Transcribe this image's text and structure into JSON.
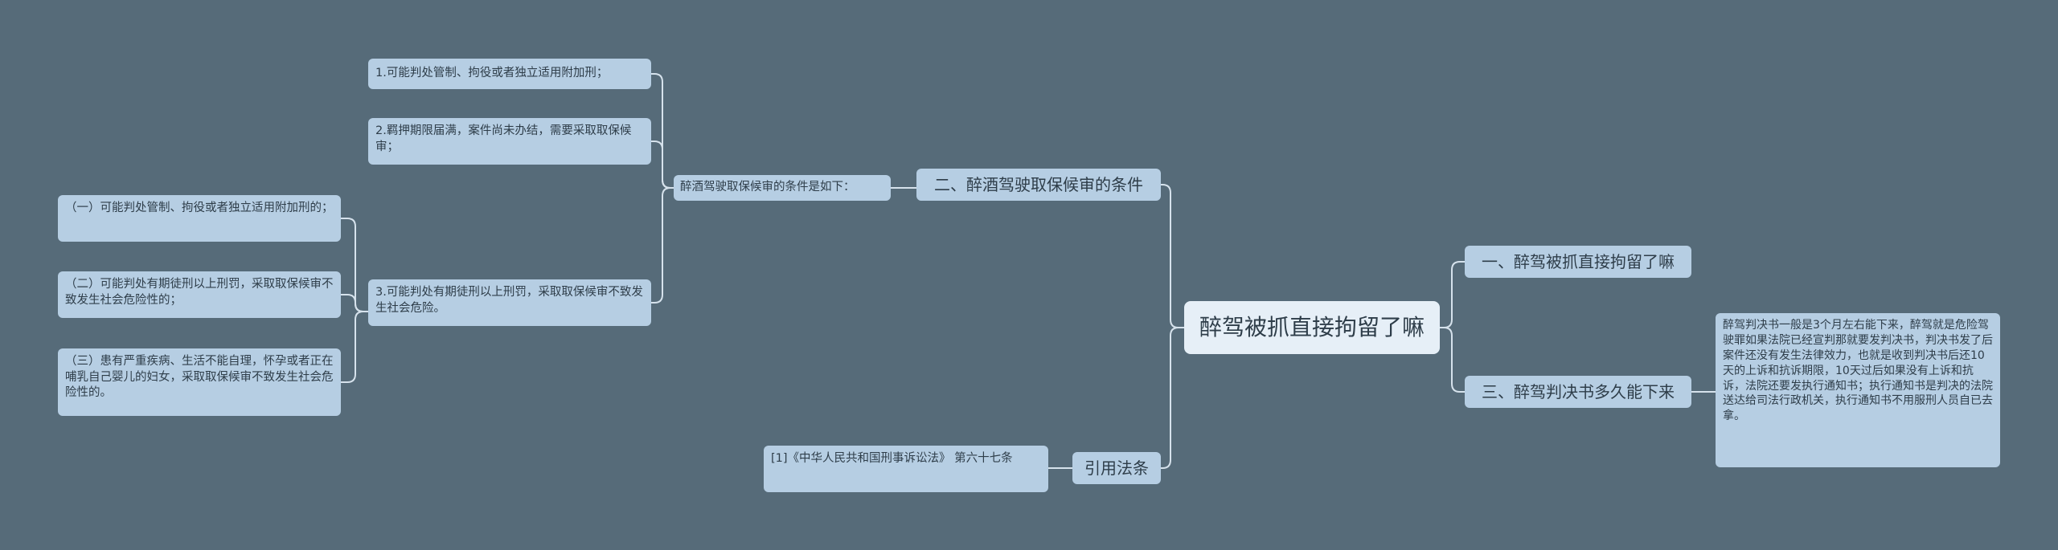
{
  "root": {
    "text": "醉驾被抓直接拘留了嘛"
  },
  "left": {
    "branch_conditions": {
      "label": "二、醉酒驾驶取保候审的条件",
      "intro": "醉酒驾驶取保候审的条件是如下：",
      "items": [
        "1.可能判处管制、拘役或者独立适用附加刑；",
        "2.羁押期限届满，案件尚未办结，需要采取取保候审；",
        "3.可能判处有期徒刑以上刑罚，采取取保候审不致发生社会危险。"
      ],
      "sub_items": [
        "（一）可能判处管制、拘役或者独立适用附加刑的；",
        "（二）可能判处有期徒刑以上刑罚，采取取保候审不致发生社会危险性的；",
        "（三）患有严重疾病、生活不能自理，怀孕或者正在哺乳自己婴儿的妇女，采取取保候审不致发生社会危险性的。"
      ]
    },
    "branch_law": {
      "label": "引用法条",
      "citation": "[1]《中华人民共和国刑事诉讼法》 第六十七条"
    }
  },
  "right": {
    "branch_detention": {
      "label": "一、醉驾被抓直接拘留了嘛"
    },
    "branch_verdict": {
      "label": "三、醉驾判决书多久能下来",
      "detail": "醉驾判决书一般是3个月左右能下来，醉驾就是危险驾驶罪如果法院已经宣判那就要发判决书，判决书发了后案件还没有发生法律效力，也就是收到判决书后还10天的上诉和抗诉期限，10天过后如果没有上诉和抗诉，法院还要发执行通知书；执行通知书是判决的法院送达给司法行政机关，执行通知书不用服刑人员自已去拿。"
    }
  },
  "colors": {
    "background": "#566b79",
    "node": "#b6cee3",
    "root": "#e6eff7",
    "link": "#d6e2ec",
    "text": "#2e3d49"
  }
}
